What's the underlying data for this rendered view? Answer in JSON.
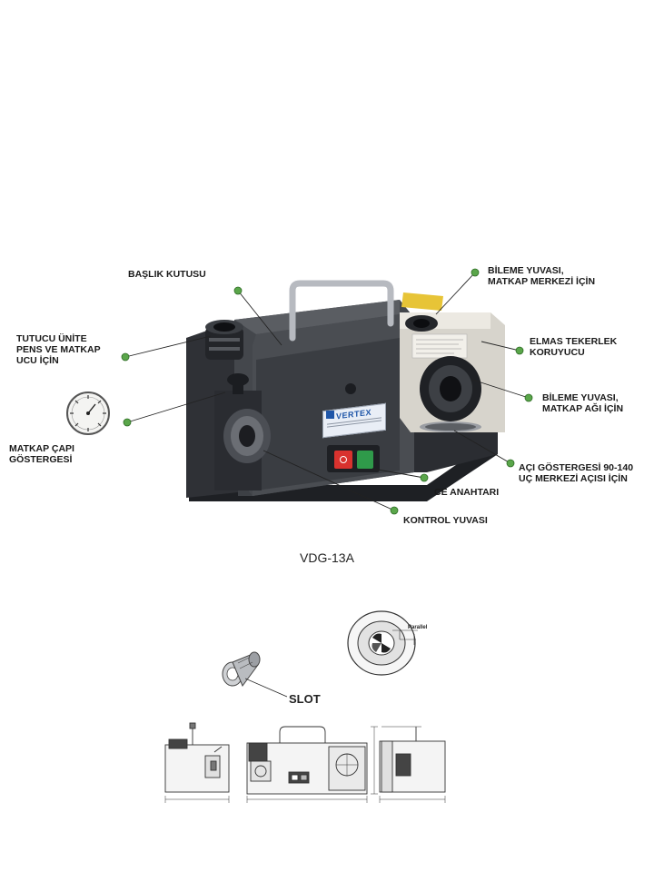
{
  "callouts": {
    "baslik_kutusu": "BAŞLIK KUTUSU",
    "tutucu_unite": [
      "TUTUCU ÜNİTE",
      "PENS VE MATKAP",
      "UCU İÇİN"
    ],
    "matkap_capi": [
      "MATKAP ÇAPI",
      "GÖSTERGESİ"
    ],
    "bileme_merkez": [
      "BİLEME YUVASI,",
      "MATKAP MERKEZİ İÇİN"
    ],
    "elmas_tekerlek": [
      "ELMAS TEKERLEK",
      "KORUYUCU"
    ],
    "bileme_agi": [
      "BİLEME YUVASI,",
      "MATKAP AĞI İÇİN"
    ],
    "aci_gostergesi": [
      "AÇI GÖSTERGESİ 90-140",
      "UÇ MERKEZİ AÇISI İÇİN"
    ],
    "ce_anahtari": "CE ANAHTARI",
    "kontrol_yuvasi": "KONTROL YUVASI"
  },
  "brand_logo": "VERTEX",
  "model": "VDG-13A",
  "detail": {
    "slot_label": "SLOT",
    "parallel_label": "Parallel"
  },
  "colors": {
    "callout_dot": "#5aa64a",
    "machine_body": "#3a3c40",
    "machine_dark": "#23252a",
    "switch_red": "#d9322e",
    "switch_green": "#2f9a4a",
    "accent_logo": "#1f56a8"
  }
}
